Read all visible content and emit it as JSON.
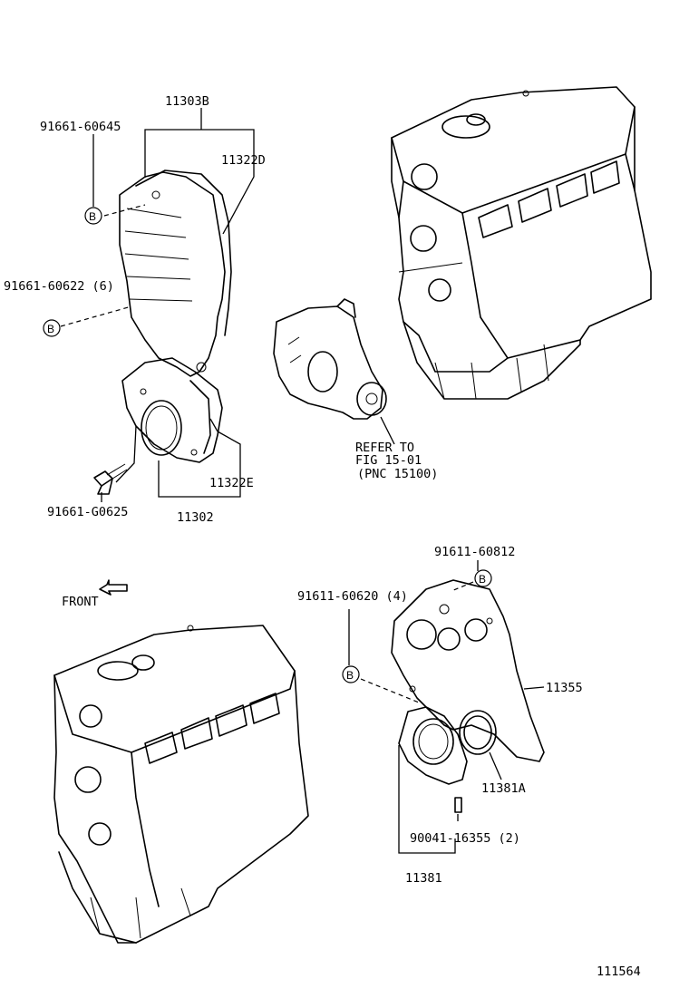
{
  "diagram_id": "111564",
  "callout_letter": "B",
  "front_label": "FRONT",
  "parts": {
    "p_11303B": "11303B",
    "p_11322D": "11322D",
    "p_91661_60645": "91661-60645",
    "p_91661_60622": "91661-60622 (6)",
    "p_91661_G0625": "91661-G0625",
    "p_11322E": "11322E",
    "p_11302": "11302",
    "p_91611_60812": "91611-60812",
    "p_91611_60620": "91611-60620 (4)",
    "p_11355": "11355",
    "p_11381A": "11381A",
    "p_90041_16355": "90041-16355 (2)",
    "p_11381": "11381"
  },
  "refer": {
    "line1": "REFER TO",
    "line2": "FIG 15-01",
    "line3": "(PNC 15100)"
  }
}
